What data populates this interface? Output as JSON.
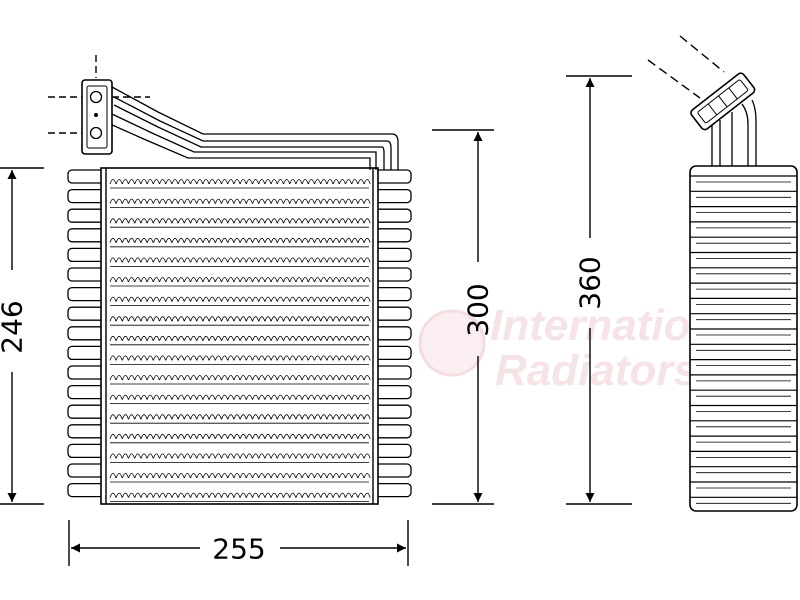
{
  "diagram": {
    "dimensions": {
      "height_core": "246",
      "width_core": "255",
      "height_front": "300",
      "height_side": "360"
    },
    "watermark": {
      "line1": "International",
      "line2": "Radiators"
    },
    "colors": {
      "line": "#000000",
      "watermark": "#f6e3e6",
      "background": "#ffffff"
    }
  }
}
